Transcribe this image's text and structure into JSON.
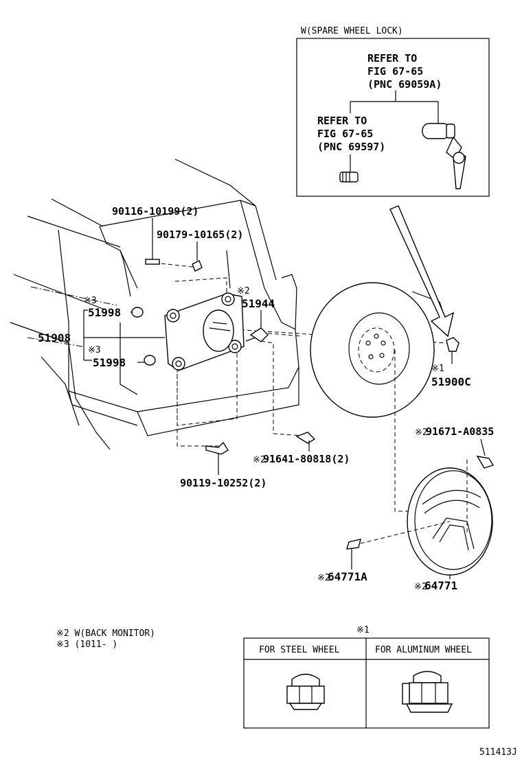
{
  "inset": {
    "title": "W(SPARE WHEEL LOCK)",
    "ref_a": [
      "REFER TO",
      "FIG 67-65",
      "(PNC 69059A)"
    ],
    "ref_b": [
      "REFER TO",
      "FIG 67-65",
      "(PNC 69597)"
    ]
  },
  "parts": {
    "p_90116": "90116-10199(2)",
    "p_90179": "90179-10165(2)",
    "p_51998a": "51998",
    "p_51908": "51908",
    "p_51998b": "51998",
    "p_51944": "51944",
    "p_51900c": "51900C",
    "p_91641": "91641-80818(2)",
    "p_90119": "90119-10252(2)",
    "p_91671": "91671-A0835",
    "p_64771a": "64771A",
    "p_64771": "64771"
  },
  "marks": {
    "m3": "※3",
    "m2": "※2",
    "m1": "※1"
  },
  "notes": {
    "note2": "※2 W(BACK MONITOR)",
    "note3": "※3 (1011-      )"
  },
  "table": {
    "mark": "※1",
    "col1": "FOR STEEL WHEEL",
    "col2": "FOR ALUMINUM WHEEL"
  },
  "figure_code": "511413J"
}
